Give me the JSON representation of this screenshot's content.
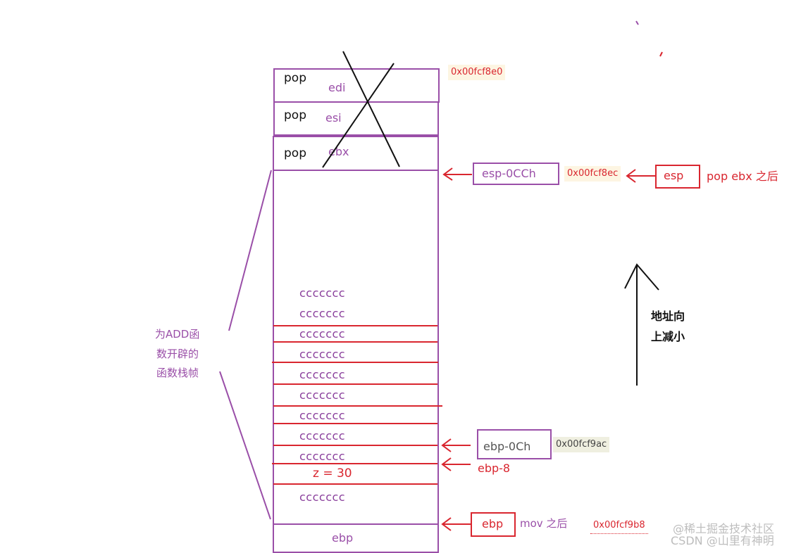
{
  "stack": {
    "pop_label": "pop",
    "regs": [
      "edi",
      "esi",
      "ebx"
    ],
    "fill": "ccccccc",
    "z_label": "z = 30",
    "base": "ebp"
  },
  "labels": {
    "esp_0cch": "esp-0CCh",
    "esp": "esp",
    "pop_ebx_after": "pop ebx 之后",
    "ebp_0ch": "ebp-0Ch",
    "ebp_8": "ebp-8",
    "ebp": "ebp",
    "mov_after": "mov 之后",
    "frame_line1": "为ADD函",
    "frame_line2": "数开辟的",
    "frame_line3": "函数栈帧",
    "dir_line1": "地址向",
    "dir_line2": "上减小"
  },
  "addresses": {
    "edi": "0x00fcf8e0",
    "esp": "0x00fcf8ec",
    "ebp_0ch": "0x00fcf9ac",
    "ebp": "0x00fcf9b8"
  },
  "watermark": {
    "line1": "@稀土掘金技术社区",
    "line2": "CSDN @山里有神明"
  },
  "colors": {
    "purple": "#9a4fa8",
    "red": "#d9262f",
    "black": "#111111"
  }
}
